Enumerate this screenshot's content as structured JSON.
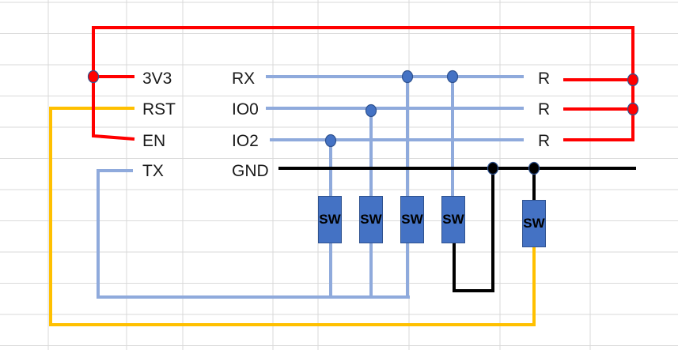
{
  "pins_left": [
    "3V3",
    "RST",
    "EN",
    "TX"
  ],
  "pins_mid": [
    "RX",
    "IO0",
    "IO2",
    "GND"
  ],
  "resistors": [
    "R",
    "R",
    "R"
  ],
  "switches": [
    "SW",
    "SW",
    "SW",
    "SW",
    "SW"
  ],
  "colors": {
    "power": "#ff0000",
    "reset": "#ffc000",
    "signal": "#8faadc",
    "ground": "#000000",
    "node": "#4472c4",
    "switch_fill": "#4472c4",
    "grid": "#d9d9d9"
  }
}
